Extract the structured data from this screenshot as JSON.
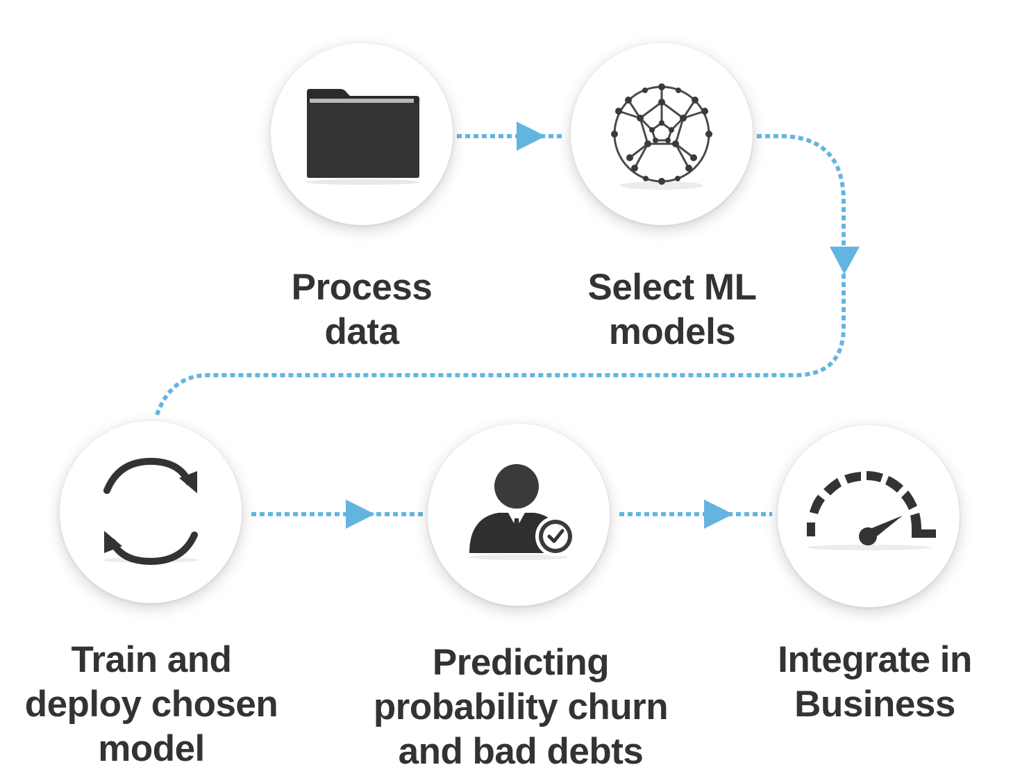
{
  "colors": {
    "arrow": "#64b4e2",
    "icon_dark": "#2e2e2e",
    "label_text": "#333333"
  },
  "steps": [
    {
      "name": "process-data",
      "icon": "folder-icon",
      "label_lines": [
        "Process",
        "data"
      ]
    },
    {
      "name": "select-ml-models",
      "icon": "molecule-icon",
      "label_lines": [
        "Select ML",
        "models"
      ]
    },
    {
      "name": "train-deploy",
      "icon": "refresh-arrows-icon",
      "label_lines": [
        "Train and",
        "deploy chosen",
        "model"
      ]
    },
    {
      "name": "predicting",
      "icon": "businessman-check-icon",
      "label_lines": [
        "Predicting",
        "probability churn",
        "and bad debts"
      ]
    },
    {
      "name": "integrate",
      "icon": "speedometer-icon",
      "label_lines": [
        "Integrate in",
        "Business"
      ]
    }
  ]
}
